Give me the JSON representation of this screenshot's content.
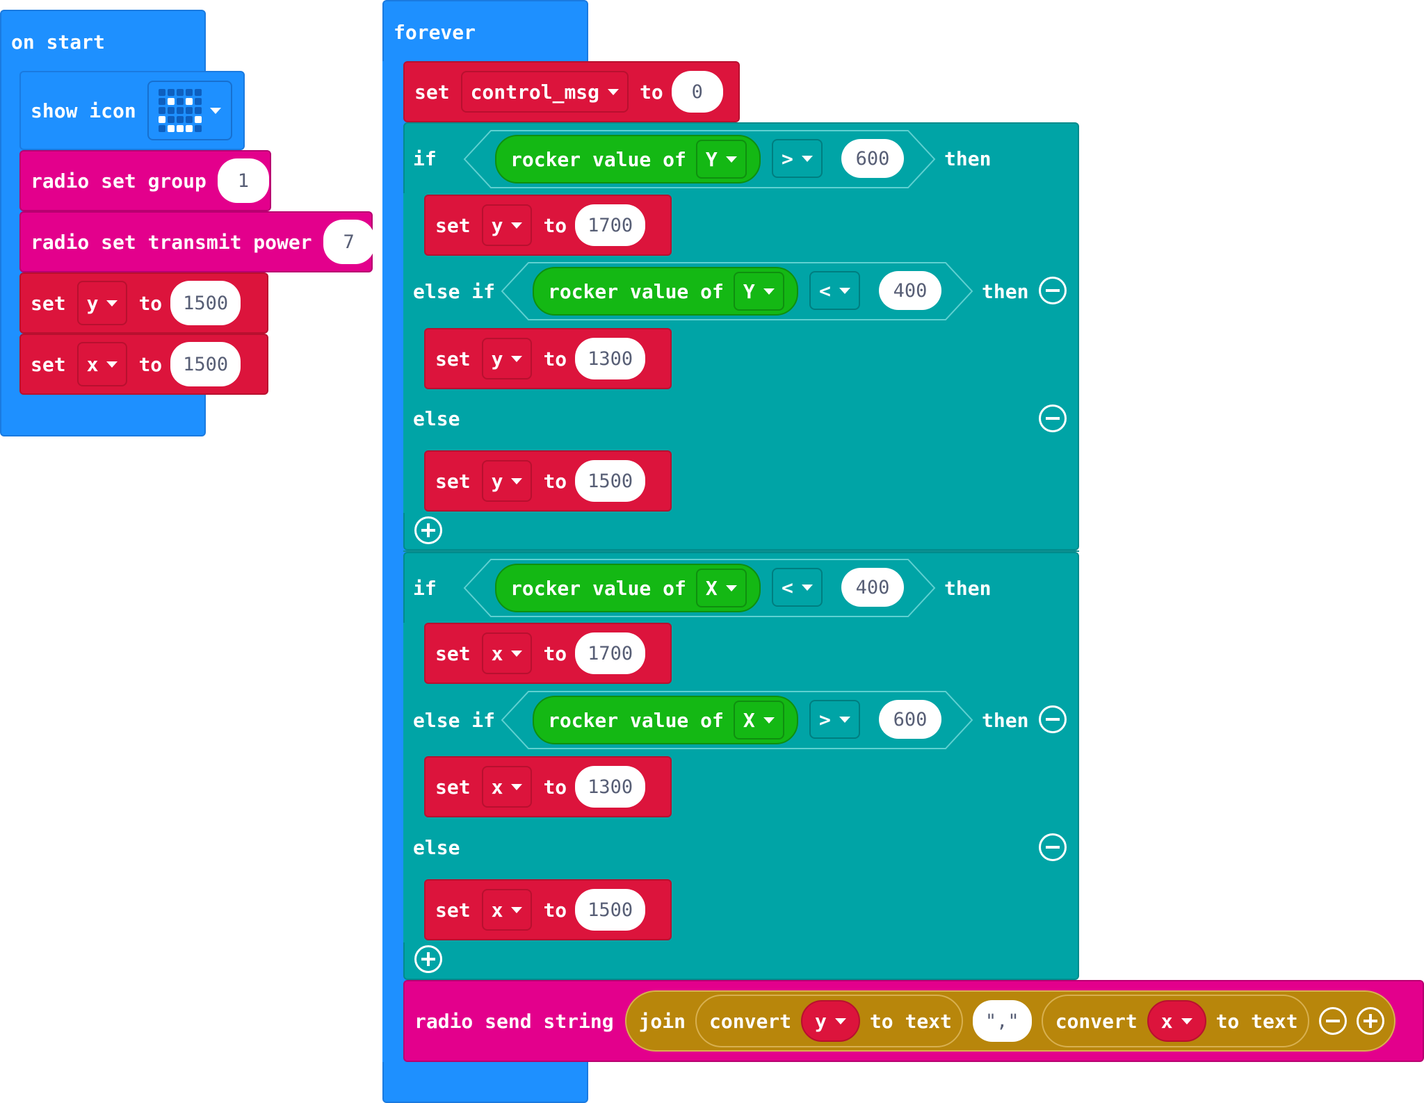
{
  "on_start": {
    "title": "on start",
    "show_icon_label": "show icon",
    "radio_group_label": "radio set group",
    "radio_group_value": "1",
    "transmit_power_label": "radio set transmit power",
    "transmit_power_value": "7",
    "set_y": {
      "keyword": "set",
      "var": "y",
      "to": "to",
      "value": "1500"
    },
    "set_x": {
      "keyword": "set",
      "var": "x",
      "to": "to",
      "value": "1500"
    }
  },
  "forever": {
    "title": "forever",
    "set_control": {
      "keyword": "set",
      "var": "control_msg",
      "to": "to",
      "value": "0"
    },
    "if1": {
      "if_label": "if",
      "sensor": "rocker value of",
      "axis": "Y",
      "op": ">",
      "value": "600",
      "then": "then",
      "set1": {
        "keyword": "set",
        "var": "y",
        "to": "to",
        "value": "1700"
      },
      "elseif_label": "else if",
      "sensor2": "rocker value of",
      "axis2": "Y",
      "op2": "<",
      "value2": "400",
      "then2": "then",
      "set2": {
        "keyword": "set",
        "var": "y",
        "to": "to",
        "value": "1300"
      },
      "else_label": "else",
      "set3": {
        "keyword": "set",
        "var": "y",
        "to": "to",
        "value": "1500"
      }
    },
    "if2": {
      "if_label": "if",
      "sensor": "rocker value of",
      "axis": "X",
      "op": "<",
      "value": "400",
      "then": "then",
      "set1": {
        "keyword": "set",
        "var": "x",
        "to": "to",
        "value": "1700"
      },
      "elseif_label": "else if",
      "sensor2": "rocker value of",
      "axis2": "X",
      "op2": ">",
      "value2": "600",
      "then2": "then",
      "set2": {
        "keyword": "set",
        "var": "x",
        "to": "to",
        "value": "1300"
      },
      "else_label": "else",
      "set3": {
        "keyword": "set",
        "var": "x",
        "to": "to",
        "value": "1500"
      }
    },
    "send": {
      "label": "radio send string",
      "join": "join",
      "convert1": "convert",
      "var1": "y",
      "to_text1": "to text",
      "separator": "\",\"",
      "convert2": "convert",
      "var2": "x",
      "to_text2": "to text"
    }
  },
  "colors": {
    "event": "#1e90ff",
    "variables": "#dc143c",
    "radio": "#e3008c",
    "logic": "#00a4a6",
    "sensor": "#14b814",
    "text": "#b8860b"
  }
}
